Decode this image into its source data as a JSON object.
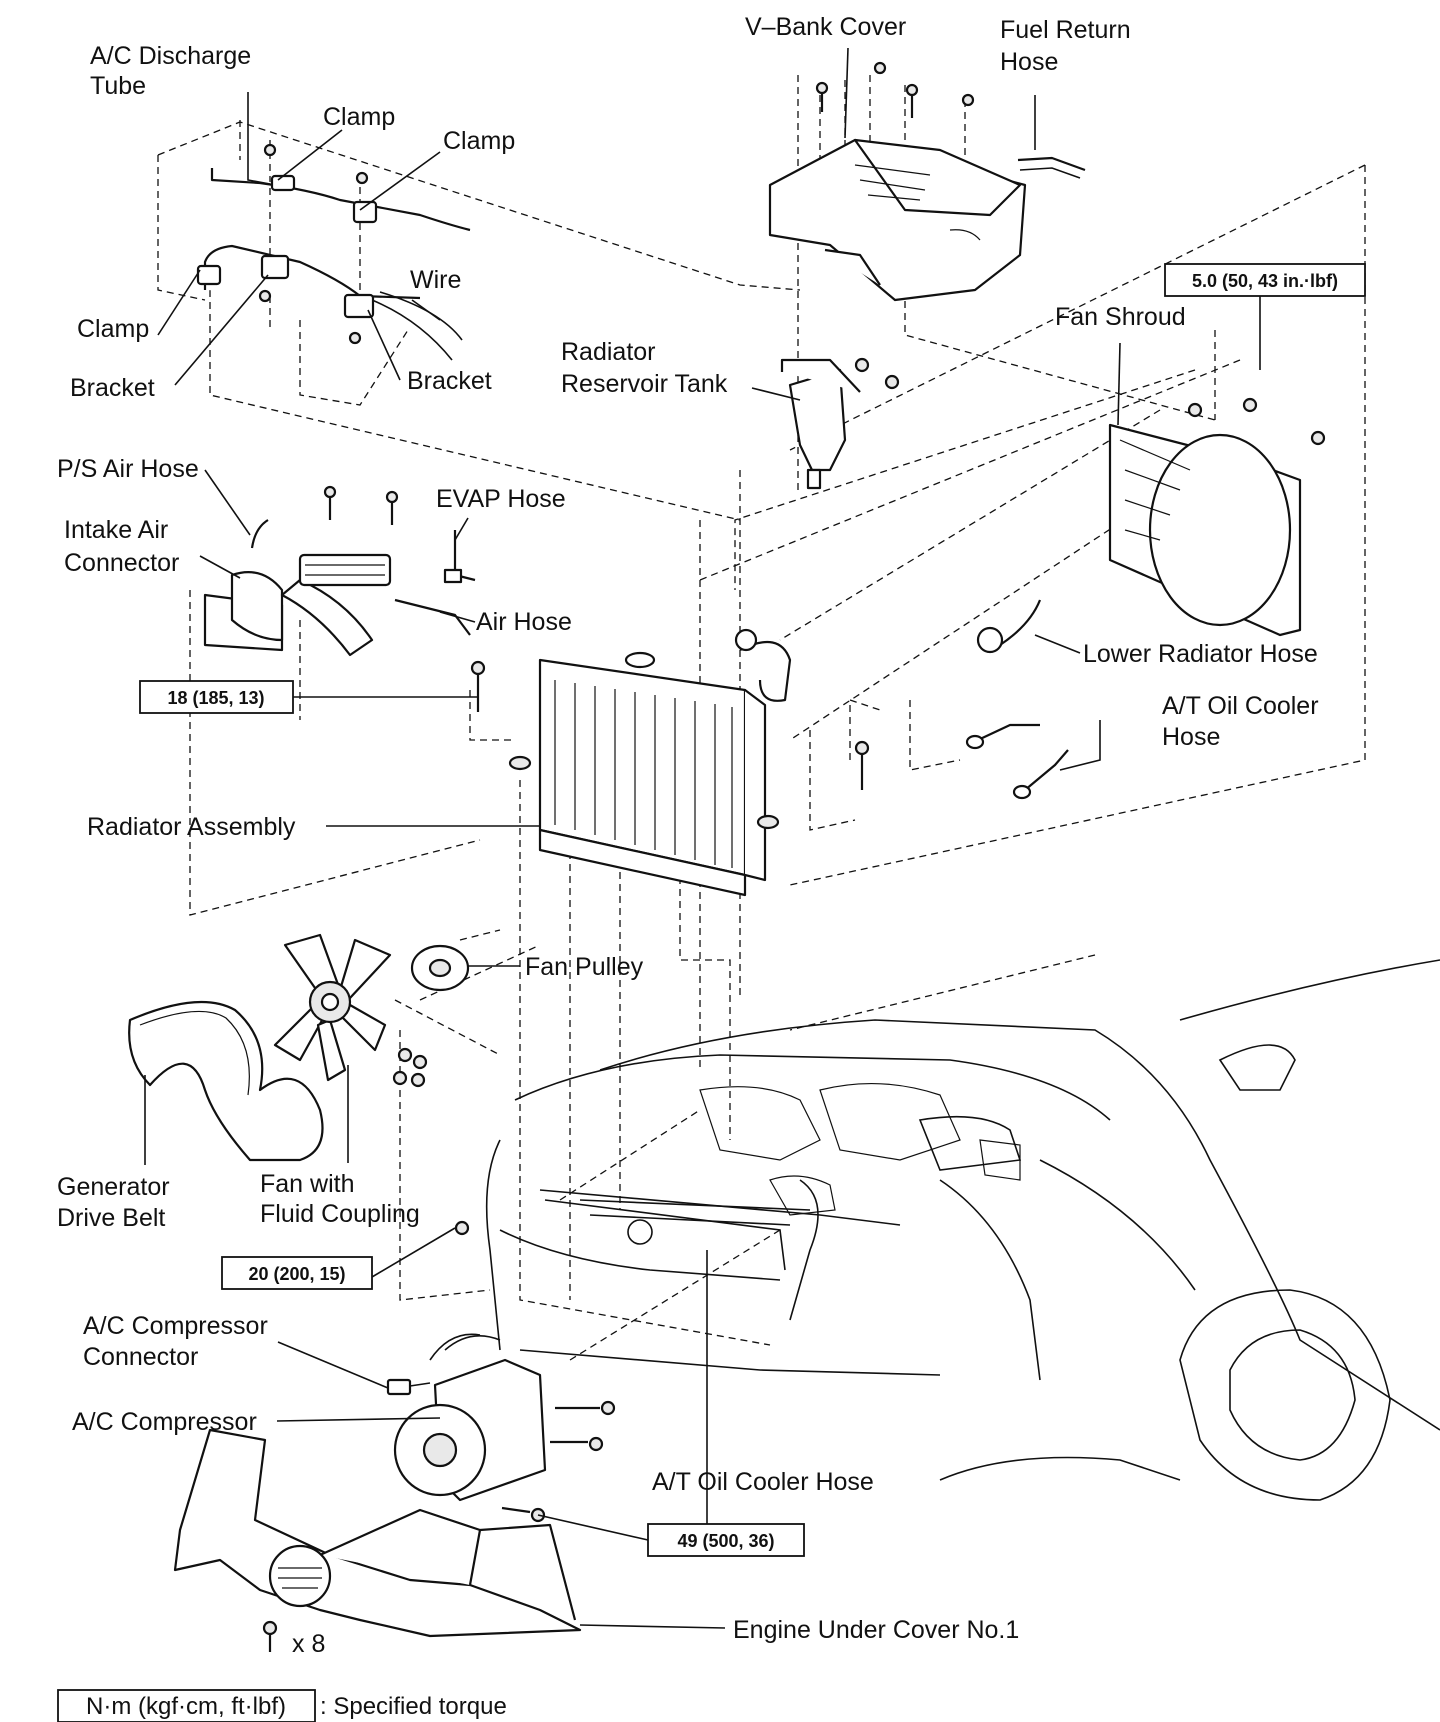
{
  "labels": {
    "ac_discharge_tube_1": "A/C Discharge",
    "ac_discharge_tube_2": "Tube",
    "clamp_top": "Clamp",
    "clamp_right": "Clamp",
    "clamp_left": "Clamp",
    "bracket_left": "Bracket",
    "bracket_right": "Bracket",
    "wire": "Wire",
    "v_bank_cover": "V–Bank Cover",
    "fuel_return_hose_1": "Fuel Return",
    "fuel_return_hose_2": "Hose",
    "fan_shroud": "Fan Shroud",
    "radiator_reservoir_tank_1": "Radiator",
    "radiator_reservoir_tank_2": "Reservoir Tank",
    "ps_air_hose": "P/S Air Hose",
    "intake_air_connector_1": "Intake Air",
    "intake_air_connector_2": "Connector",
    "evap_hose": "EVAP Hose",
    "air_hose": "Air Hose",
    "lower_radiator_hose": "Lower Radiator Hose",
    "at_oil_cooler_hose_right_1": "A/T Oil Cooler",
    "at_oil_cooler_hose_right_2": "Hose",
    "radiator_assembly": "Radiator Assembly",
    "fan_pulley": "Fan Pulley",
    "generator_drive_belt_1": "Generator",
    "generator_drive_belt_2": "Drive Belt",
    "fan_with_fluid_coupling_1": "Fan with",
    "fan_with_fluid_coupling_2": "Fluid Coupling",
    "ac_compressor_connector_1": "A/C Compressor",
    "ac_compressor_connector_2": "Connector",
    "ac_compressor": "A/C Compressor",
    "at_oil_cooler_hose_bottom": "A/T Oil Cooler Hose",
    "engine_under_cover": "Engine Under Cover No.1",
    "bolt_count": "x 8"
  },
  "torques": {
    "fan_shroud": "5.0 (50, 43 in.·lbf)",
    "radiator": "18 (185, 13)",
    "fan_coupling": "20 (200, 15)",
    "compressor": "49 (500, 36)"
  },
  "legend": {
    "unit": "N·m (kgf·cm, ft·lbf)",
    "description": ": Specified torque"
  }
}
